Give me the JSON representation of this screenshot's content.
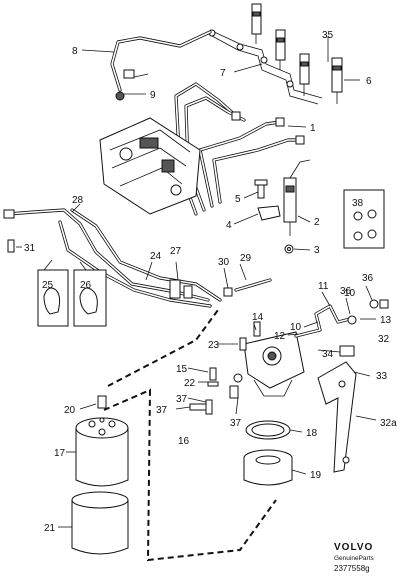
{
  "labels": {
    "l1": "1",
    "l2": "2",
    "l3": "3",
    "l4": "4",
    "l5": "5",
    "l6": "6",
    "l7": "7",
    "l8": "8",
    "l9": "9",
    "l10a": "10",
    "l10b": "10",
    "l11": "11",
    "l12": "12",
    "l13": "13",
    "l14": "14",
    "l15": "15",
    "l16": "16",
    "l17": "17",
    "l18": "18",
    "l19": "19",
    "l20": "20",
    "l21": "21",
    "l22": "22",
    "l23": "23",
    "l24": "24",
    "l25": "25",
    "l26": "26",
    "l27": "27",
    "l28": "28",
    "l29": "29",
    "l30": "30",
    "l31": "31",
    "l32": "32",
    "l32a": "32a",
    "l33": "33",
    "l34": "34",
    "l35": "35",
    "l36a": "36",
    "l36b": "36",
    "l37a": "37",
    "l37b": "37",
    "l38": "38"
  },
  "footer": {
    "brand": "VOLVO",
    "subtitle": "GenuineParts",
    "code": "2377558g"
  }
}
